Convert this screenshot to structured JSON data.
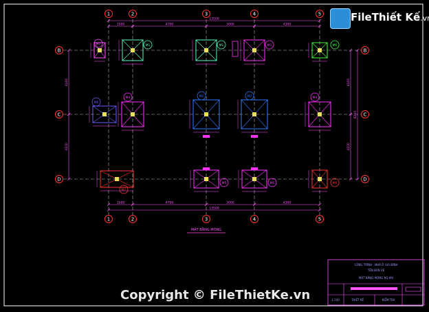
{
  "colors": {
    "background": "#000000",
    "axis_bubble": "#ff3333",
    "axis_text": "#ffffff",
    "dimension": "#ff55ff",
    "footing_green": "#55ffcc",
    "footing_magenta": "#ff33ff",
    "footing_blue": "#3377ff",
    "footing_red": "#ff3333",
    "grid_line": "#bbbbbb",
    "title_block": "#ff55ff",
    "title_text": "#9999ff"
  },
  "logo": {
    "brand": "FileThiết Kế",
    "domain": ".vn"
  },
  "copyright": "Copyright © FileThietKe.vn",
  "axes": {
    "numbered": [
      "1",
      "2",
      "3",
      "4",
      "5"
    ],
    "lettered": [
      "B",
      "C",
      "D"
    ]
  },
  "dimensions": {
    "top_overall": "13500",
    "top_segments": [
      "1500",
      "4700",
      "3000",
      "4300"
    ],
    "bottom_overall": "13500",
    "bottom_segments": [
      "1500",
      "4700",
      "3000",
      "4300"
    ],
    "left_segments": [
      "4100",
      "4100"
    ],
    "right_overall": "8200",
    "right_segments": [
      "4100",
      "4100"
    ]
  },
  "footing_tags": [
    "M1",
    "M2",
    "M3",
    "M4",
    "M5",
    "M6",
    "M7"
  ],
  "plan_title": "MẶT BẰNG MÓNG",
  "title_block": {
    "line1": "CÔNG TRÌNH : NHÀ Ở GIA ĐÌNH",
    "line2": "TÊN BẢN VẼ",
    "line3": "MẶT BẰNG MÓNG M1-M4",
    "scale": "1:100",
    "footer_left": "THIẾT KẾ",
    "footer_right": "KIỂM TRA"
  }
}
